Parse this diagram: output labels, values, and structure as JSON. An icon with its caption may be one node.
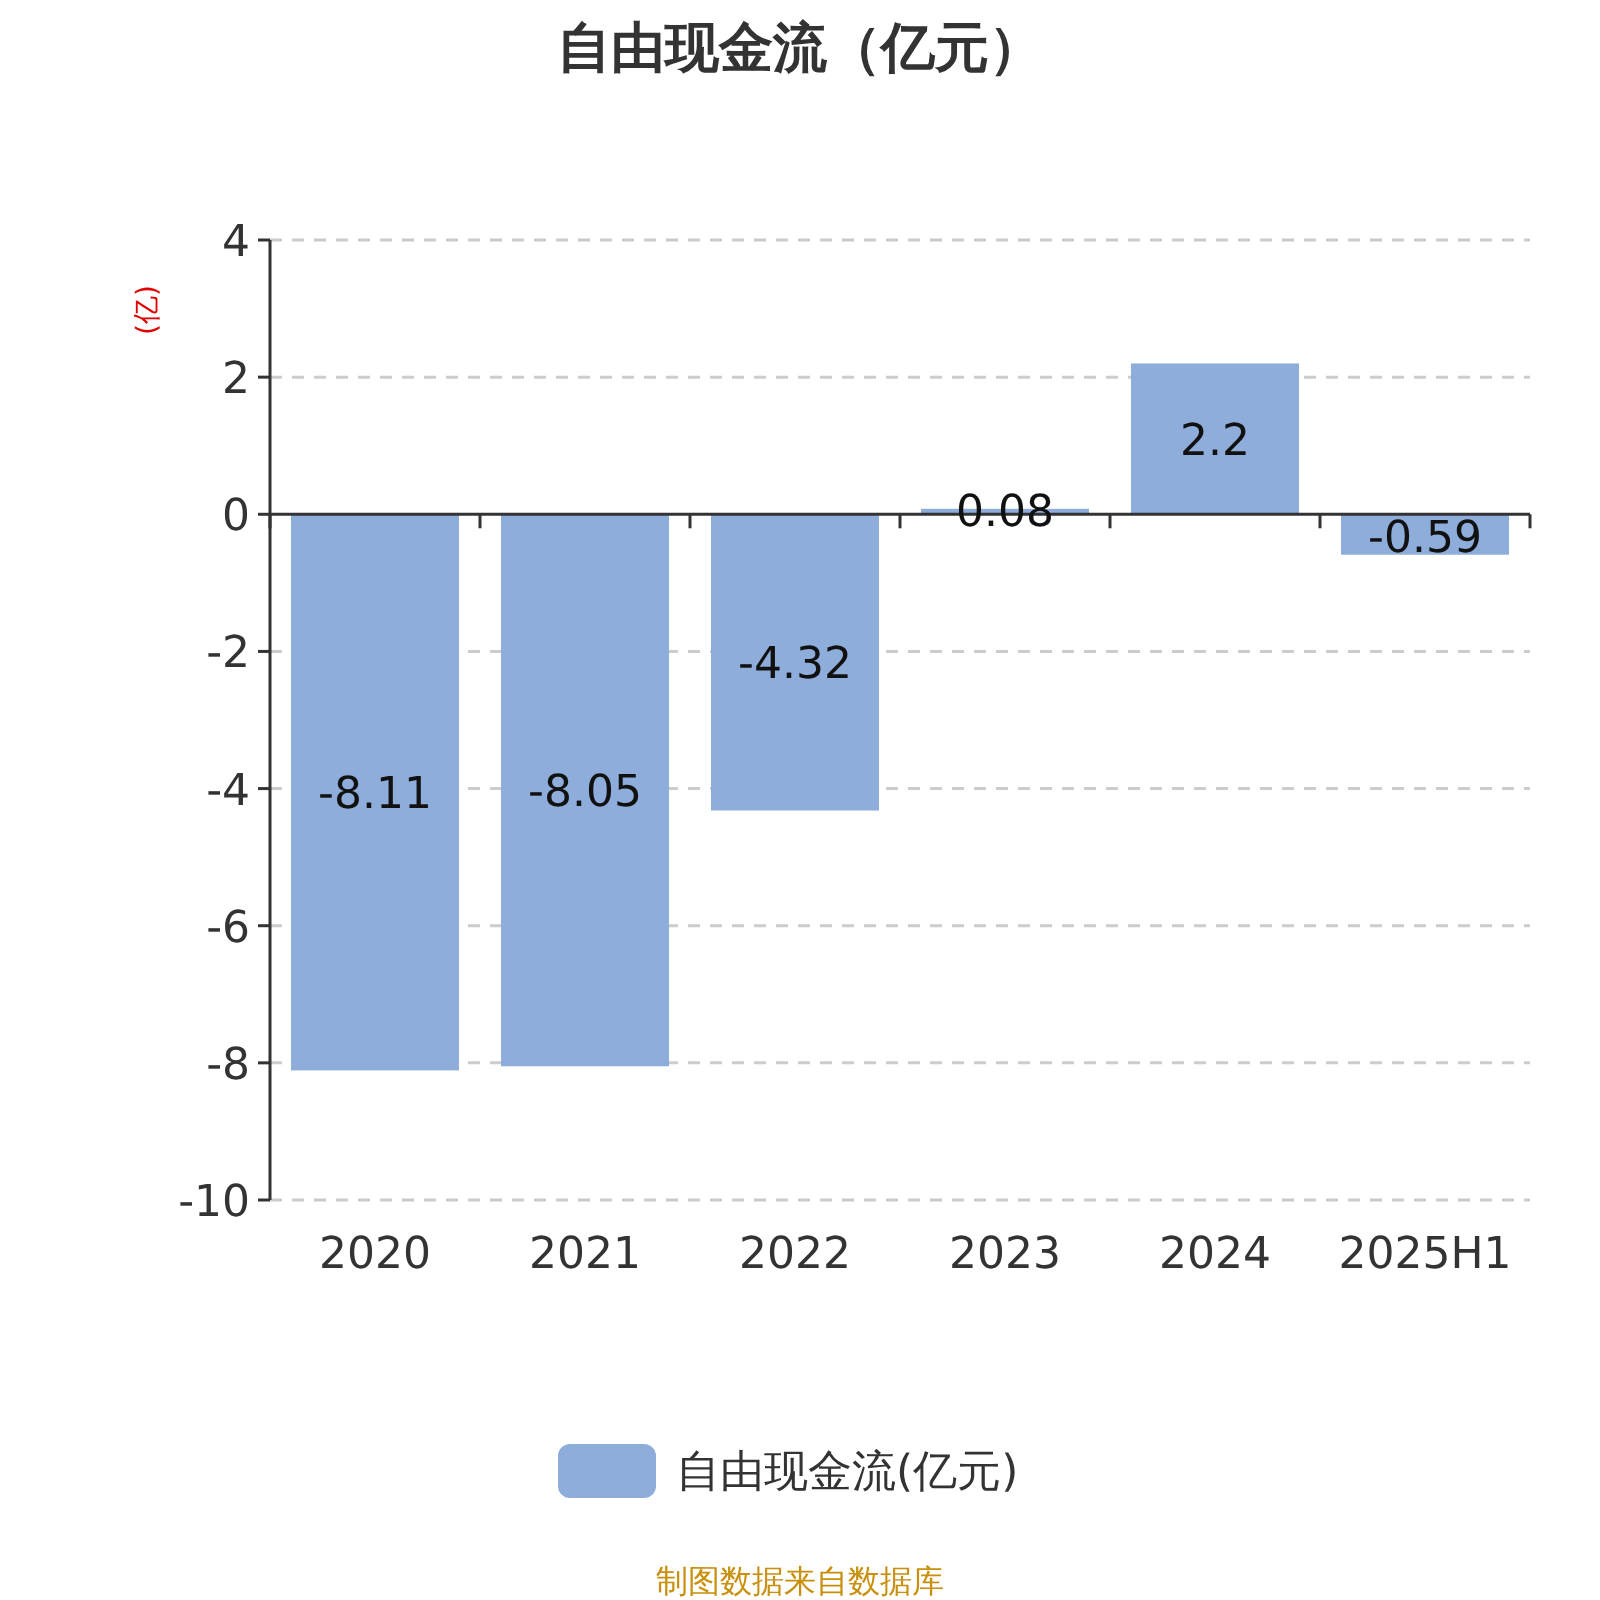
{
  "diagram": {
    "title": "自由现金流（亿元）",
    "chart_data": {
      "type": "bar",
      "ylabel": "(亿)",
      "categories": [
        "2020",
        "2021",
        "2022",
        "2023",
        "2024",
        "2025H1"
      ],
      "series": [
        {
          "color": "#8eaddb",
          "values": [
            -8.11,
            -8.05,
            -4.32,
            0.08,
            2.2,
            -0.59
          ]
        }
      ],
      "ylim": [
        -10,
        4
      ],
      "yticks": [
        -10,
        -8,
        -6,
        -4,
        -2,
        0,
        2,
        4
      ],
      "data_labels": true,
      "grid": true
    },
    "legend": [
      {
        "text": "自由现金流(亿元)",
        "color": "#8eaddb"
      }
    ],
    "labels": [
      "制图数据来自数据库"
    ]
  }
}
